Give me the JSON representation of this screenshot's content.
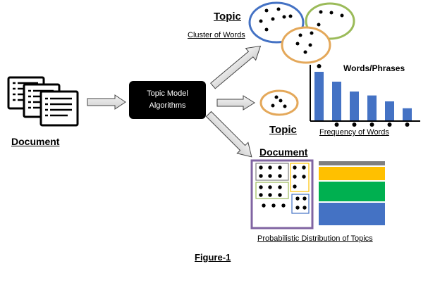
{
  "diagram": {
    "document_label": "Document",
    "algorithm_box": {
      "line1": "Topic Model",
      "line2": "Algorithms"
    },
    "topic_heading_top": "Topic",
    "cluster_of_words": "Cluster of Words",
    "words_phrases": "Words/Phrases",
    "topic_heading_mid": "Topic",
    "frequency_of_words": "Frequency of Words",
    "document_heading": "Document",
    "probabilistic_distribution": "Probabilistic Distribution of Topics",
    "figure_caption": "Figure-1"
  },
  "chart_data": {
    "type": "bar",
    "title": "Words/Phrases",
    "xlabel": "Frequency of Words",
    "ylabel": "",
    "categories": [
      "",
      "",
      "",
      "",
      "",
      ""
    ],
    "values": [
      100,
      80,
      60,
      52,
      40,
      26
    ],
    "color": "#4472c4"
  },
  "colors": {
    "bar_blue": "#4472c4",
    "cluster_blue": "#4472c4",
    "cluster_green": "#9bbb59",
    "cluster_orange": "#e4a85a",
    "doc_border_purple": "#8064a2",
    "stack_gray": "#7f7f7f",
    "stack_yellow": "#ffc000",
    "stack_green": "#00b050",
    "stack_blue": "#4472c4"
  }
}
